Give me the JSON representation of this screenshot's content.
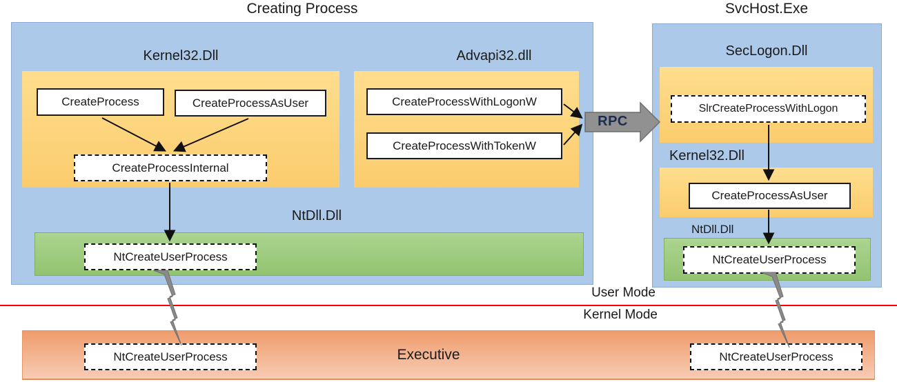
{
  "left_process": {
    "title": "Creating Process",
    "kernel32_label": "Kernel32.Dll",
    "create_process": "CreateProcess",
    "create_process_as_user": "CreateProcessAsUser",
    "create_process_internal": "CreateProcessInternal",
    "advapi32_label": "Advapi32.dll",
    "create_process_with_logonw": "CreateProcessWithLogonW",
    "create_process_with_tokenw": "CreateProcessWithTokenW",
    "ntdll_label": "NtDll.Dll",
    "nt_create_user_process": "NtCreateUserProcess"
  },
  "rpc_label": "RPC",
  "svchost": {
    "title": "SvcHost.Exe",
    "seclogon_label": "SecLogon.Dll",
    "slr_create_process_with_logon": "SlrCreateProcessWithLogon",
    "kernel32_label": "Kernel32.Dll",
    "create_process_as_user": "CreateProcessAsUser",
    "ntdll_label": "NtDll.Dll",
    "nt_create_user_process": "NtCreateUserProcess"
  },
  "mode_divider": {
    "user_mode": "User Mode",
    "kernel_mode": "Kernel Mode"
  },
  "executive": {
    "label": "Executive",
    "nt_create_user_process_left": "NtCreateUserProcess",
    "nt_create_user_process_right": "NtCreateUserProcess"
  },
  "colors": {
    "panel_blue": "#adc9e9",
    "panel_orange": "#fcd47c",
    "panel_green": "#a2ce84",
    "executive_orange_top": "#ef9c6c",
    "executive_orange_bottom": "#f8ccb4",
    "divider_red": "#ff0000",
    "rpc_arrow_gray": "#919191",
    "bolt_gray": "#8a8a8a"
  }
}
